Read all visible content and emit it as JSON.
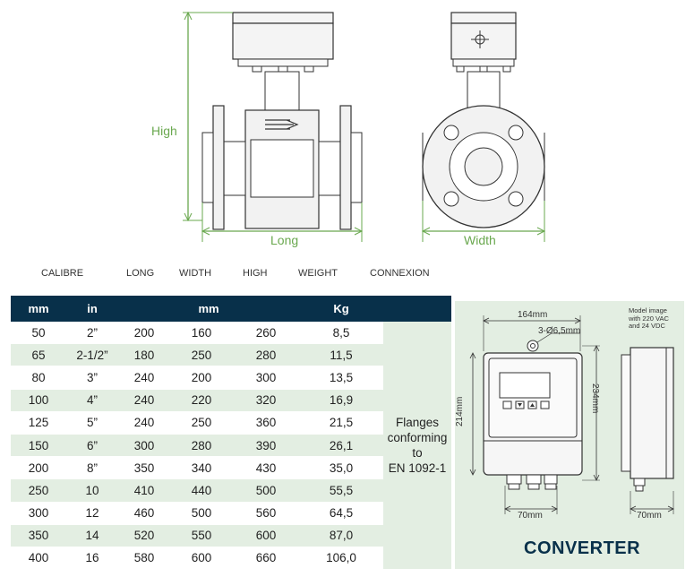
{
  "dimensions": {
    "high": "High",
    "long": "Long",
    "width": "Width"
  },
  "headers": {
    "calibre": "CALIBRE",
    "long": "LONG",
    "width": "WIDTH",
    "high": "HIGH",
    "weight": "WEIGHT",
    "connexion": "CONNEXION"
  },
  "units": {
    "mm": "mm",
    "in": "in",
    "mm2": "mm",
    "kg": "Kg"
  },
  "rows": [
    [
      "50",
      "2”",
      "200",
      "160",
      "260",
      "8,5"
    ],
    [
      "65",
      "2-1/2”",
      "180",
      "250",
      "280",
      "11,5"
    ],
    [
      "80",
      "3”",
      "240",
      "200",
      "300",
      "13,5"
    ],
    [
      "100",
      "4”",
      "240",
      "220",
      "320",
      "16,9"
    ],
    [
      "125",
      "5”",
      "240",
      "250",
      "360",
      "21,5"
    ],
    [
      "150",
      "6”",
      "300",
      "280",
      "390",
      "26,1"
    ],
    [
      "200",
      "8”",
      "350",
      "340",
      "430",
      "35,0"
    ],
    [
      "250",
      "10",
      "410",
      "440",
      "500",
      "55,5"
    ],
    [
      "300",
      "12",
      "460",
      "500",
      "560",
      "64,5"
    ],
    [
      "350",
      "14",
      "520",
      "550",
      "600",
      "87,0"
    ],
    [
      "400",
      "16",
      "580",
      "600",
      "660",
      "106,0"
    ]
  ],
  "connexion_note": [
    "Flanges",
    "conforming to",
    "EN 1092-1"
  ],
  "converter": {
    "title": "CONVERTER",
    "dim_width": "164mm",
    "dim_holes": "3-Ø6,5mm",
    "dim_height_outer": "234mm",
    "dim_height_inner": "214mm",
    "dim_bottom": "70mm",
    "dim_side": "70mm",
    "model_note": [
      "Model image",
      "with 220 VAC",
      "and 24 VDC"
    ]
  },
  "colors": {
    "accent_green": "#6aa84f",
    "header_navy": "#08304a",
    "row_tint": "#e3eee2"
  }
}
